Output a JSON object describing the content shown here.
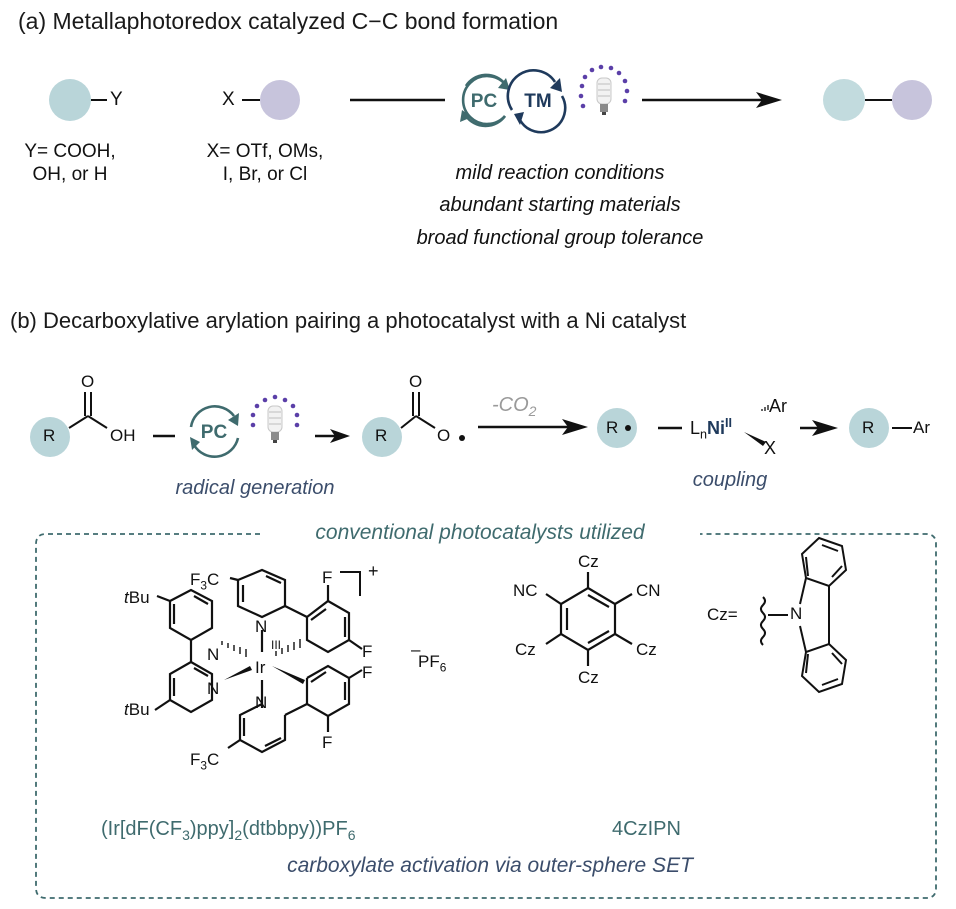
{
  "panel_a": {
    "title": "(a) Metallaphotoredox catalyzed C−C bond formation",
    "substrate_1": {
      "group_label": "Y",
      "definition_line1": "Y= COOH,",
      "definition_line2": "OH, or H"
    },
    "substrate_2": {
      "group_label": "X",
      "definition_line1": "X= OTf, OMs,",
      "definition_line2": "I, Br, or Cl"
    },
    "catalysts": {
      "photocatalyst": "PC",
      "transition_metal": "TM"
    },
    "benefits": [
      "mild reaction conditions",
      "abundant starting materials",
      "broad functional group tolerance"
    ]
  },
  "panel_b": {
    "title": "(b) Decarboxylative arylation pairing a photocatalyst with a Ni catalyst",
    "acid": {
      "r": "R",
      "o": "O",
      "oh": "OH"
    },
    "photocatalyst": "PC",
    "carboxyl_radical": {
      "r": "R",
      "o_top": "O",
      "o_rad": "O"
    },
    "arrow_label": {
      "text": "-CO",
      "sub": "2"
    },
    "alkyl_radical": {
      "r": "R"
    },
    "nickel": {
      "l": "L",
      "l_sub": "n",
      "ni": "Ni",
      "ox": "II",
      "ar": "Ar",
      "x": "X"
    },
    "product": {
      "r": "R",
      "ar": "Ar"
    },
    "step_labels": {
      "radical": "radical generation",
      "coupling": "coupling"
    }
  },
  "box": {
    "header": "conventional photocatalysts utilized",
    "footer": "carboxylate activation via outer-sphere SET",
    "ir_complex": {
      "name_parts": [
        "(Ir[dF(CF",
        "3",
        ")ppy]",
        "2",
        "(dtbbpy))PF",
        "6"
      ],
      "labels": {
        "f3c": "F",
        "f3c_sub": "3",
        "f3c_c": "C",
        "tbu_t": "t",
        "tbu": "Bu",
        "n": "N",
        "ir": "Ir",
        "ox": "III",
        "f": "F",
        "charge": "+",
        "pf": "PF",
        "pf_sub": "6",
        "minus": "–"
      }
    },
    "czipn": {
      "name": "4CzIPN",
      "labels": {
        "cz": "Cz",
        "nc": "NC",
        "cn": "CN",
        "cz_def": "Cz=",
        "n": "N"
      }
    }
  },
  "colors": {
    "substrate_teal": "#b9d5d9",
    "substrate_lilac": "#c7c4dc",
    "pc_cycle": "#3f6b6e",
    "tm_cycle": "#1f3a5c",
    "light_dots": "#5b3fa8",
    "box_dash": "#3f6b6e",
    "ni_bold": "#1f3a5c"
  }
}
